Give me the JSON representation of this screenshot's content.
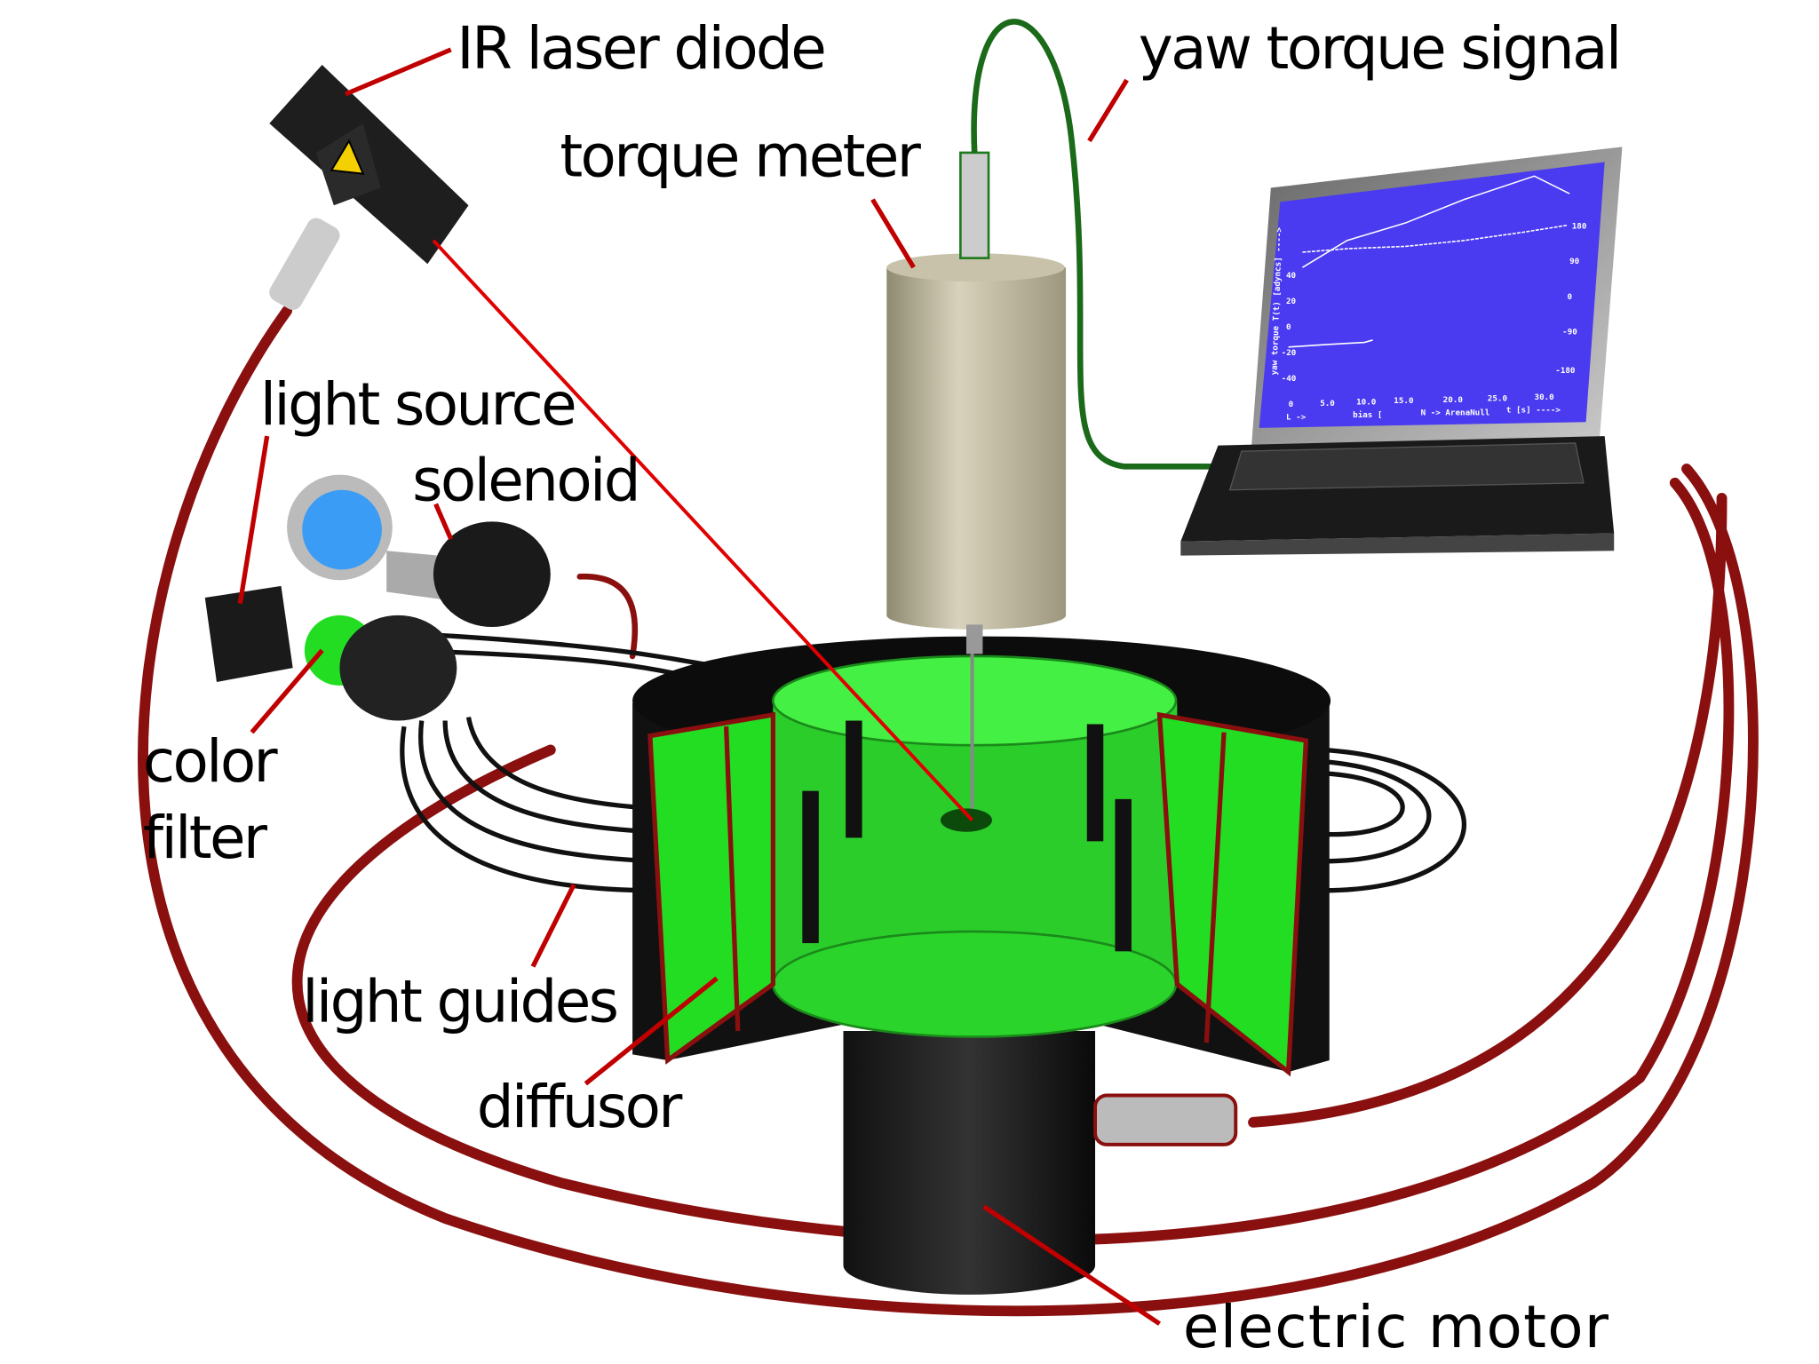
{
  "labels": {
    "ir_laser_diode": "IR laser diode",
    "yaw_torque_signal": "yaw torque signal",
    "torque_meter": "torque meter",
    "light_source": "light source",
    "solenoid": "solenoid",
    "color_filter_line1": "color",
    "color_filter_line2": "filter",
    "light_guides": "light guides",
    "diffusor": "diffusor",
    "electric_motor": "electric motor"
  },
  "laptop_screen": {
    "y_axis_label": "yaw torque T(t) [adyncs] ---->",
    "left_ticks": [
      "40",
      "20",
      "0",
      "-20",
      "-40"
    ],
    "right_ticks": [
      "180",
      "90",
      "0",
      "-90",
      "-180"
    ],
    "x_ticks": [
      "0",
      "5.0",
      "10.0",
      "15.0",
      "20.0",
      "25.0",
      "30.0"
    ],
    "footer_left": "L ->",
    "footer_bias": "bias [",
    "footer_mode": "N -> ArenaNull",
    "footer_time": "t [s] ---->"
  },
  "colors": {
    "arena_green": "#22dd22",
    "cable_red": "#8a0f0f",
    "screen_blue": "#4a3af0",
    "laser_red": "#e00000"
  }
}
